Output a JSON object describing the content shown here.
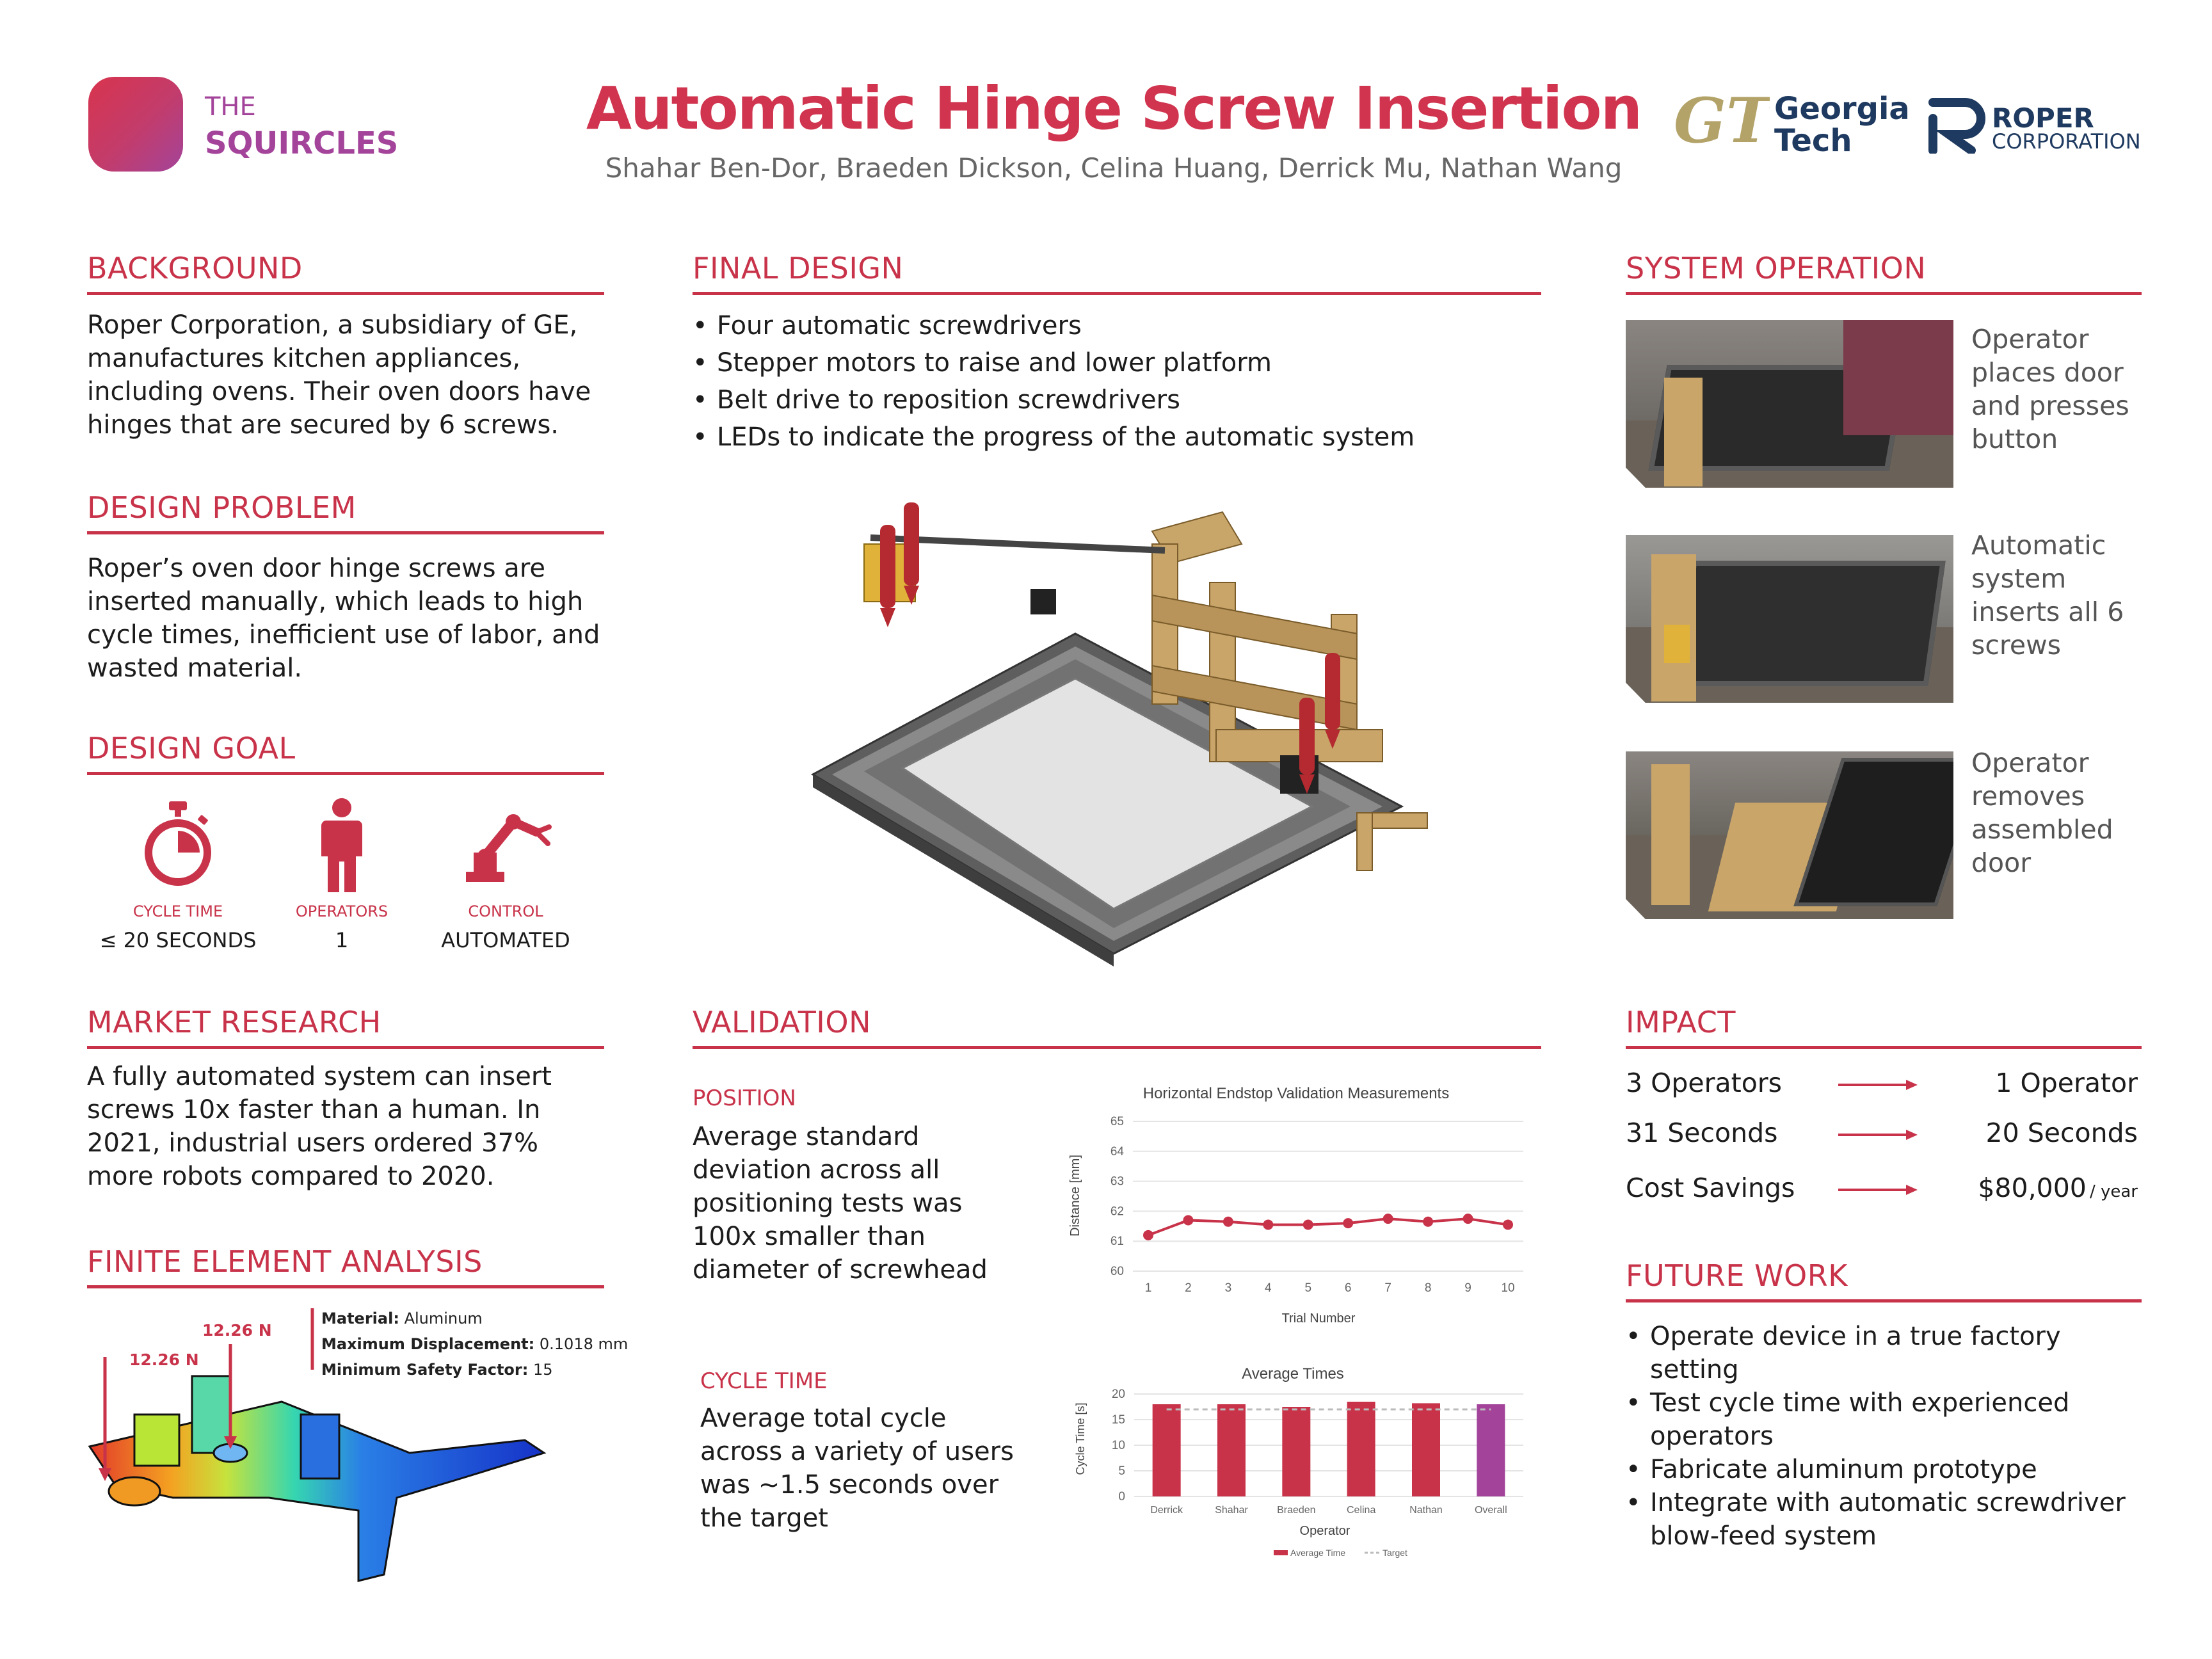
{
  "brand": {
    "line1": "THE",
    "line2": "SQUIRCLES"
  },
  "header": {
    "title": "Automatic Hinge Screw Insertion",
    "authors": "Shahar Ben-Dor, Braeden Dickson, Celina Huang, Derrick Mu, Nathan Wang",
    "gt_logo_line1": "Georgia",
    "gt_logo_line2": "Tech",
    "roper_line1": "ROPER",
    "roper_line2": "CORPORATION"
  },
  "background": {
    "title": "BACKGROUND",
    "text": "Roper Corporation, a subsidiary of GE, manufactures kitchen appliances, including ovens. Their oven doors have hinges that are secured by 6 screws."
  },
  "design_problem": {
    "title": "DESIGN PROBLEM",
    "text": "Roper’s oven door hinge screws are inserted manually, which leads to high cycle times, inefficient use of labor, and wasted material."
  },
  "design_goal": {
    "title": "DESIGN GOAL",
    "items": [
      {
        "label": "CYCLE TIME",
        "value": "≤ 20 SECONDS",
        "icon": "stopwatch-icon"
      },
      {
        "label": "OPERATORS",
        "value": "1",
        "icon": "person-icon"
      },
      {
        "label": "CONTROL",
        "value": "AUTOMATED",
        "icon": "robot-arm-icon"
      }
    ]
  },
  "market_research": {
    "title": "MARKET RESEARCH",
    "text": "A fully automated system can insert screws 10x faster than a human. In 2021, industrial users ordered 37% more robots compared to 2020."
  },
  "fea": {
    "title": "FINITE ELEMENT ANALYSIS",
    "force_a": "12.26 N",
    "force_b": "12.26 N",
    "material_label": "Material:",
    "material_value": "Aluminum",
    "disp_label": "Maximum Displacement:",
    "disp_value": "0.1018 mm",
    "sf_label": "Minimum Safety Factor:",
    "sf_value": "15"
  },
  "final_design": {
    "title": "FINAL DESIGN",
    "bullets": [
      "Four automatic screwdrivers",
      "Stepper motors to raise and lower platform",
      "Belt drive to reposition screwdrivers",
      "LEDs to indicate the progress of the automatic system"
    ]
  },
  "validation": {
    "title": "VALIDATION",
    "position_title": "POSITION",
    "position_text": "Average standard deviation across all positioning tests was 100x smaller than diameter of screwhead",
    "cycle_title": "CYCLE TIME",
    "cycle_text": "Average total cycle across a variety of users was ~1.5 seconds over the target"
  },
  "system_operation": {
    "title": "SYSTEM OPERATION",
    "steps": [
      {
        "text": "Operator places door and presses button"
      },
      {
        "text": "Automatic system inserts all 6 screws"
      },
      {
        "text": "Operator removes assembled door"
      }
    ]
  },
  "impact": {
    "title": "IMPACT",
    "rows": [
      {
        "from": "3 Operators",
        "to": "1 Operator",
        "suffix": ""
      },
      {
        "from": "31 Seconds",
        "to": "20 Seconds",
        "suffix": ""
      },
      {
        "from": "Cost Savings",
        "to": "$80,000",
        "suffix": "/ year"
      }
    ]
  },
  "future_work": {
    "title": "FUTURE WORK",
    "bullets": [
      "Operate device in a true factory setting",
      "Test cycle time with experienced operators",
      "Fabricate aluminum prototype",
      "Integrate with automatic screwdriver blow-feed system"
    ]
  },
  "colors": {
    "accent": "#c8334a",
    "purple": "#a3449a",
    "roper_blue": "#1f3a60",
    "gt_gold": "#b3a369"
  },
  "chart_data": [
    {
      "type": "line",
      "title": "Horizontal Endstop Validation Measurements",
      "xlabel": "Trial Number",
      "ylabel": "Distance [mm]",
      "x": [
        1,
        2,
        3,
        4,
        5,
        6,
        7,
        8,
        9,
        10
      ],
      "series": [
        {
          "values": [
            61.2,
            61.7,
            61.65,
            61.55,
            61.55,
            61.6,
            61.75,
            61.65,
            61.75,
            61.55
          ]
        }
      ],
      "ylim": [
        60,
        65
      ],
      "yticks": [
        60,
        61,
        62,
        63,
        64,
        65
      ],
      "grid": true
    },
    {
      "type": "bar",
      "title": "Average Times",
      "xlabel": "Operator",
      "ylabel": "Cycle Time [s]",
      "categories": [
        "Derrick",
        "Shahar",
        "Braeden",
        "Celina",
        "Nathan",
        "Overall"
      ],
      "series": [
        {
          "name": "Average Time",
          "values": [
            18,
            18,
            17.5,
            18.5,
            18.2,
            18
          ]
        },
        {
          "name": "Target",
          "values": [
            17,
            17,
            17,
            17,
            17,
            17
          ]
        }
      ],
      "ylim": [
        0,
        20
      ],
      "yticks": [
        0,
        5,
        10,
        15,
        20
      ],
      "grid": true,
      "legend": "bottom"
    }
  ]
}
